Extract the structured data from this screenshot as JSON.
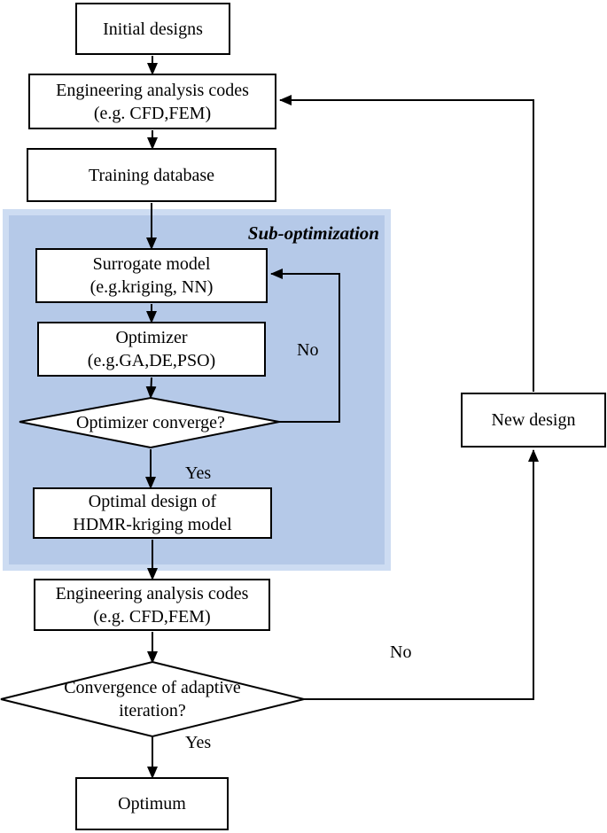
{
  "diagram": {
    "region_label": "Sub-optimization",
    "nodes": {
      "initial_designs": {
        "line1": "Initial designs"
      },
      "eng_analysis_1": {
        "line1": "Engineering analysis codes",
        "line2": "(e.g. CFD,FEM)"
      },
      "training_db": {
        "line1": "Training database"
      },
      "surrogate_model": {
        "line1": "Surrogate model",
        "line2": "(e.g.kriging, NN)"
      },
      "optimizer": {
        "line1": "Optimizer",
        "line2": "(e.g.GA,DE,PSO)"
      },
      "optimizer_converge": {
        "line1": "Optimizer converge?"
      },
      "optimal_design": {
        "line1": "Optimal design of",
        "line2": "HDMR-kriging model"
      },
      "eng_analysis_2": {
        "line1": "Engineering analysis codes",
        "line2": "(e.g. CFD,FEM)"
      },
      "adaptive_convergence": {
        "line1": "Convergence of adaptive",
        "line2": "iteration?"
      },
      "optimum": {
        "line1": "Optimum"
      },
      "new_design": {
        "line1": "New design"
      }
    },
    "edge_labels": {
      "sub_no": "No",
      "sub_yes": "Yes",
      "outer_no": "No",
      "outer_yes": "Yes"
    },
    "colors": {
      "region_fill": "#b5c9e8",
      "region_border": "#cddcf2",
      "node_fill": "#ffffff",
      "line": "#000000"
    }
  }
}
